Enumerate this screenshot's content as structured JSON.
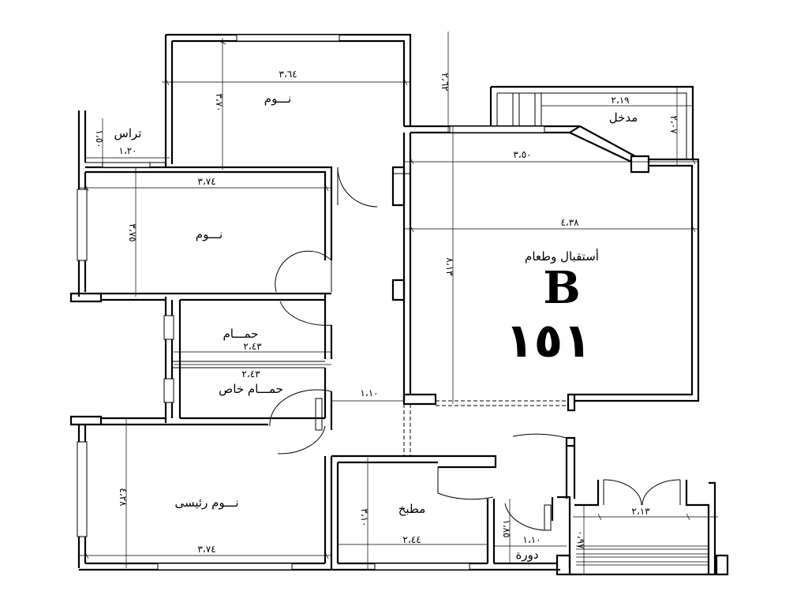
{
  "unit": {
    "letter": "B",
    "number": "١٥١"
  },
  "rooms": [
    {
      "id": "bedroom-top",
      "label": "نـــوم",
      "width": "٣،٦٤",
      "depth": "٣،٧٠"
    },
    {
      "id": "terrace",
      "label": "تراس",
      "width": "١،٢٠",
      "depth": "١،٥٠"
    },
    {
      "id": "bedroom-mid",
      "label": "نـــوم",
      "width": "٣،٧٤",
      "depth": "٣،٧٥"
    },
    {
      "id": "bathroom",
      "label": "حمـــام",
      "width": "٢،٤٣"
    },
    {
      "id": "private-bathroom",
      "label": "حمـــام خاص",
      "width": "٢،٤٣"
    },
    {
      "id": "master-bedroom",
      "label": "نـــوم رئيسى",
      "width": "٣،٧٤",
      "depth": "٤،٢٨"
    },
    {
      "id": "kitchen",
      "label": "مطبخ",
      "width": "٢،٤٤",
      "depth": "٣،١٠"
    },
    {
      "id": "wc",
      "label": "دورة",
      "width": "١،١٠",
      "depth": "١،٨٥"
    },
    {
      "id": "reception",
      "label": "أستقبال وطعام",
      "width_top": "٣،٥٠",
      "width": "٤،٣٨",
      "depth": "٨،١٣"
    },
    {
      "id": "entrance",
      "label": "مدخل",
      "width": "٢،١٩",
      "depth": "٢،٠٧"
    },
    {
      "id": "balcony",
      "width": "٢،١٣",
      "depth": "٠،٩٧"
    }
  ],
  "dimensions": {
    "corridor_width": "١،١٠",
    "top_offset": "٢،٦٢"
  }
}
